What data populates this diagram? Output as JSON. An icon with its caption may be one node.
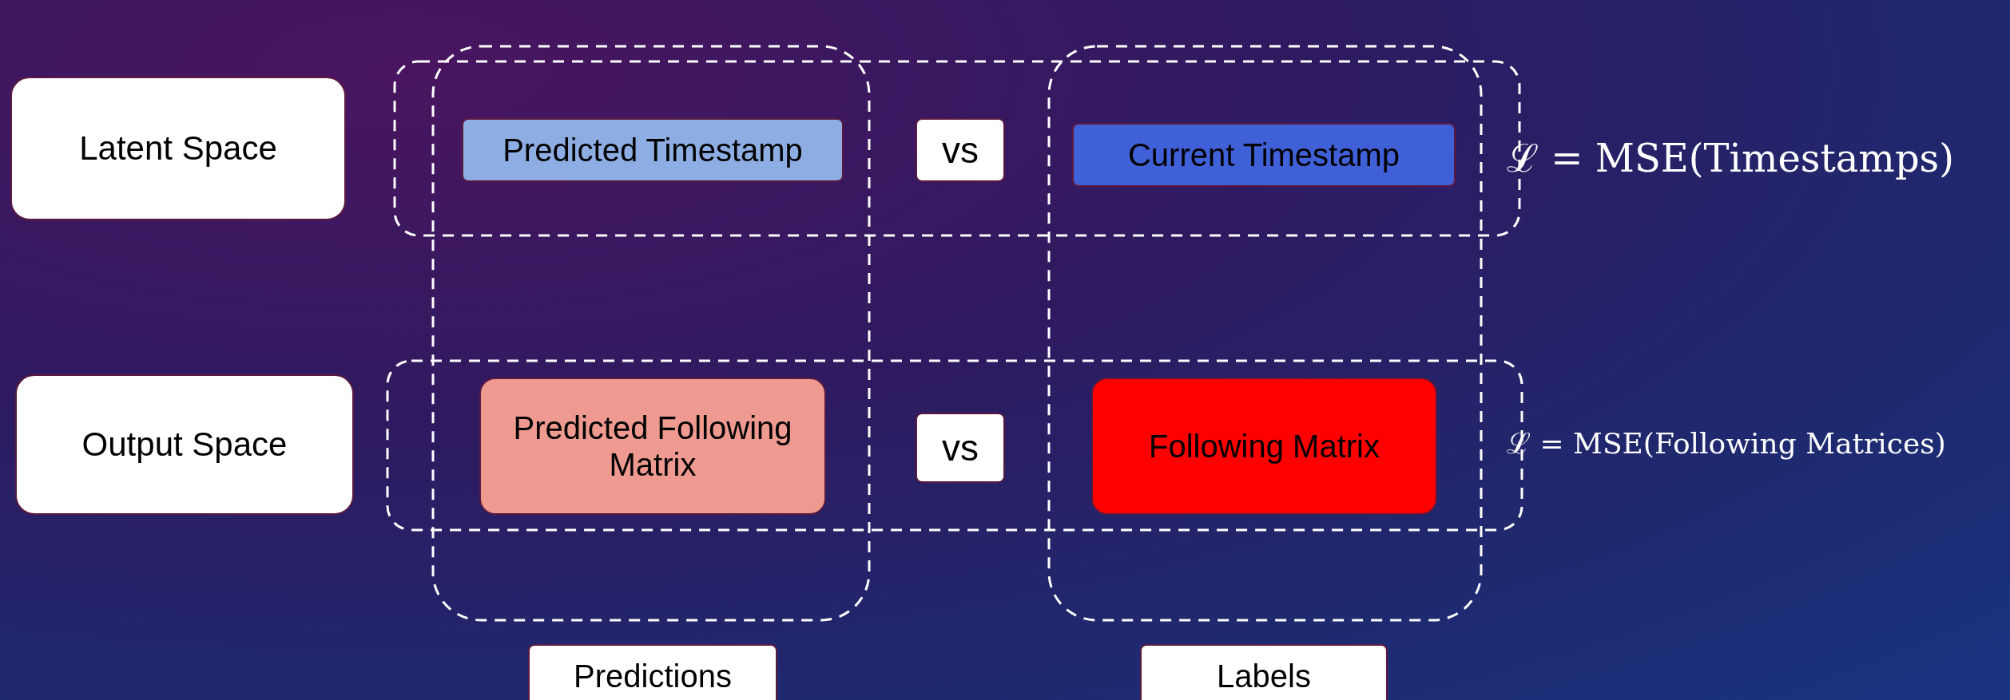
{
  "diagram": {
    "nodes": [
      {
        "text": [
          "Latent Space"
        ]
      },
      {
        "text": [
          "Predicted Timestamp"
        ]
      },
      {
        "text": [
          "vs"
        ]
      },
      {
        "text": [
          "Current Timestamp"
        ]
      },
      {
        "text": [
          "Output Space"
        ]
      },
      {
        "text": [
          "Predicted Following Matrix"
        ]
      },
      {
        "text": [
          "vs"
        ]
      },
      {
        "text": [
          "Following Matrix"
        ]
      },
      {
        "text": [
          "Predictions"
        ]
      },
      {
        "text": [
          "Labels"
        ]
      }
    ],
    "labels": [
      "ℒ = MSE(Timestamps)",
      "ℒ = MSE(Following Matrices)"
    ]
  }
}
